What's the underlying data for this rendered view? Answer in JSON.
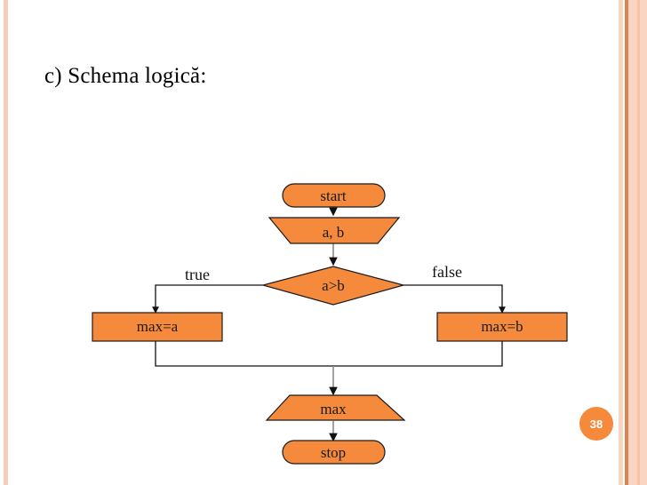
{
  "slide": {
    "title": "c) Schema logică:",
    "page_number": "38",
    "background_color": "#ffffff",
    "accent_color": "#f58a3c",
    "border_stripe_colors": [
      "#f8cdb8",
      "#f9d4c0",
      "#d9854f",
      "#fad6c2",
      "#f6c3a6"
    ]
  },
  "flowchart": {
    "nodes": [
      {
        "id": "start",
        "label": "start",
        "shape": "terminator"
      },
      {
        "id": "input",
        "label": "a, b",
        "shape": "input-trapezoid"
      },
      {
        "id": "decide",
        "label": "a>b",
        "shape": "decision-diamond"
      },
      {
        "id": "maxa",
        "label": "max=a",
        "shape": "process-rect"
      },
      {
        "id": "maxb",
        "label": "max=b",
        "shape": "process-rect"
      },
      {
        "id": "output",
        "label": "max",
        "shape": "output-trapezoid"
      },
      {
        "id": "stop",
        "label": "stop",
        "shape": "terminator"
      }
    ],
    "edges": [
      {
        "from": "start",
        "to": "input",
        "label": ""
      },
      {
        "from": "input",
        "to": "decide",
        "label": ""
      },
      {
        "from": "decide",
        "to": "maxa",
        "label": "true"
      },
      {
        "from": "decide",
        "to": "maxb",
        "label": "false"
      },
      {
        "from": "maxa",
        "to": "output",
        "label": ""
      },
      {
        "from": "maxb",
        "to": "output",
        "label": ""
      },
      {
        "from": "output",
        "to": "stop",
        "label": ""
      }
    ],
    "branch_labels": {
      "true": "true",
      "false": "false"
    }
  }
}
